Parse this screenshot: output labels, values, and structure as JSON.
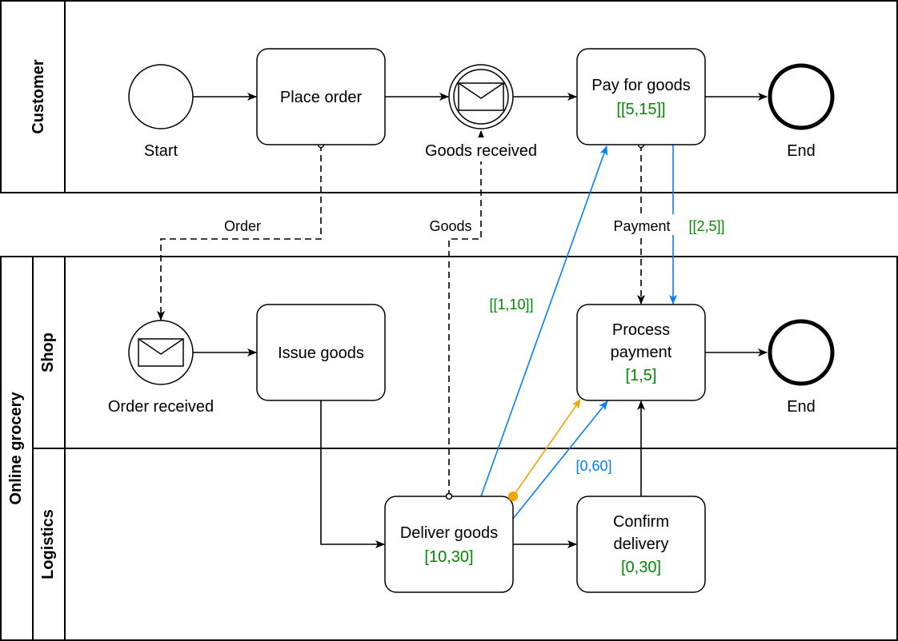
{
  "colors": {
    "constraint_green": "#008a00",
    "edge_blue": "#007fff",
    "edge_orange": "#f5a300"
  },
  "pools": {
    "customer": {
      "title": "Customer"
    },
    "online_grocery": {
      "title": "Online grocery",
      "lanes": {
        "shop": "Shop",
        "logistics": "Logistics"
      }
    }
  },
  "customer": {
    "start_event": {
      "label": "Start"
    },
    "place_order": {
      "label": "Place order"
    },
    "goods_received": {
      "label": "Goods received",
      "icon": "envelope-icon"
    },
    "pay_for_goods": {
      "label": "Pay for goods",
      "constraint": "[[5,15]]"
    },
    "end_event": {
      "label": "End"
    }
  },
  "shop": {
    "order_received": {
      "label": "Order received",
      "icon": "envelope-icon"
    },
    "issue_goods": {
      "label": "Issue goods"
    },
    "process_payment": {
      "label_line1": "Process",
      "label_line2": "payment",
      "constraint": "[1,5]"
    },
    "end_event": {
      "label": "End"
    }
  },
  "logistics": {
    "deliver_goods": {
      "label": "Deliver goods",
      "constraint": "[10,30]"
    },
    "confirm_delivery": {
      "label_line1": "Confirm",
      "label_line2": "delivery",
      "constraint": "[0,30]"
    }
  },
  "message_flows": {
    "order": "Order",
    "goods": "Goods",
    "payment": "Payment",
    "payment_constraint": "[[2,5]]"
  },
  "edge_labels": {
    "deliver_to_pay": "[[1,10]]",
    "deliver_to_process": "[0,60]"
  }
}
